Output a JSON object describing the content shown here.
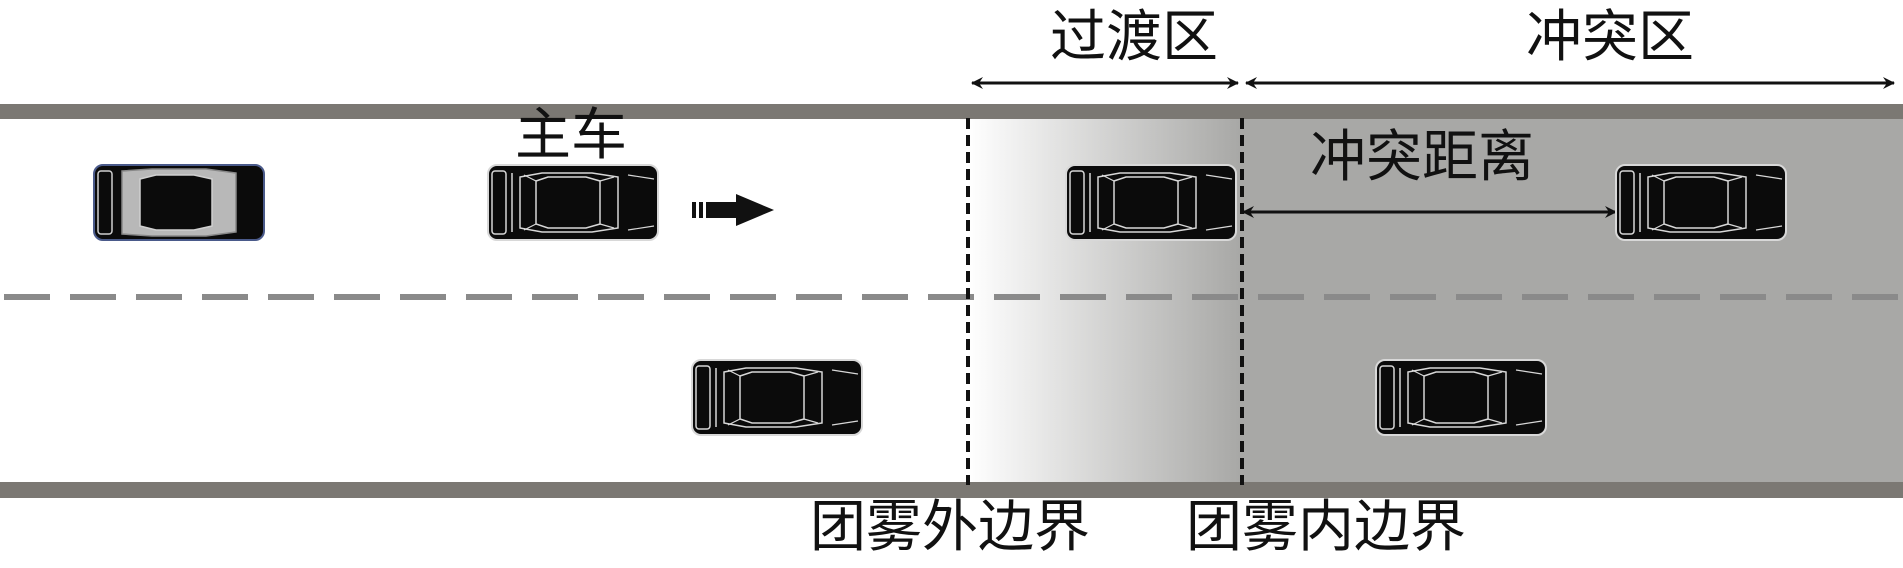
{
  "labels": {
    "ego_vehicle": "主车",
    "transition_zone": "过渡区",
    "conflict_zone": "冲突区",
    "conflict_distance": "冲突距离",
    "fog_outer_boundary": "团雾外边界",
    "fog_inner_boundary": "团雾内边界"
  },
  "colors": {
    "road_edge": "#7b7873",
    "lane_divider": "#8a8a8a",
    "fog": "#a8a8a6",
    "car_body": "#0b0b0b",
    "car_outline": "#d8d8d8",
    "ego_car_body": "#b8b8b8",
    "arrow": "#111111"
  }
}
